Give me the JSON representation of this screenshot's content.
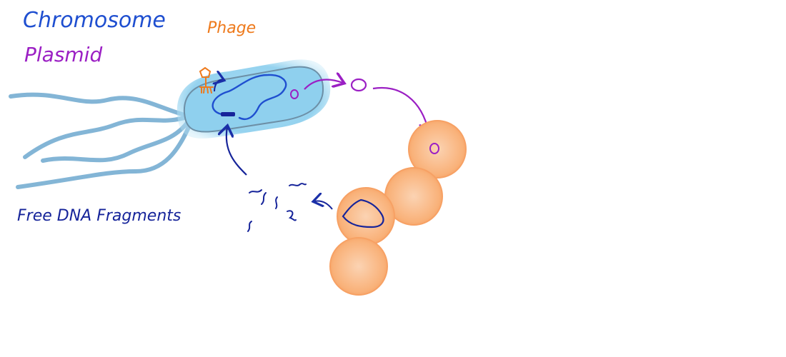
{
  "labels": {
    "chromosome": "Chromosome",
    "plasmid": "Plasmid",
    "phage": "Phage",
    "fragments": "Free DNA Fragments"
  },
  "colors": {
    "chromosome": "#1f4fd0",
    "plasmid": "#9b1fc4",
    "phage": "#ee7a1c",
    "fragments": "#16249a",
    "bacterium_fill": "#8fd0ee",
    "flagella": "#6ea9cf",
    "neighbor_cells": "#f9b27a"
  },
  "icons": [
    "bacterium-cell-icon",
    "phage-icon",
    "plasmid-ring-icon",
    "dna-fragment-icon",
    "neighbor-cell-icon",
    "arrow-icon"
  ]
}
